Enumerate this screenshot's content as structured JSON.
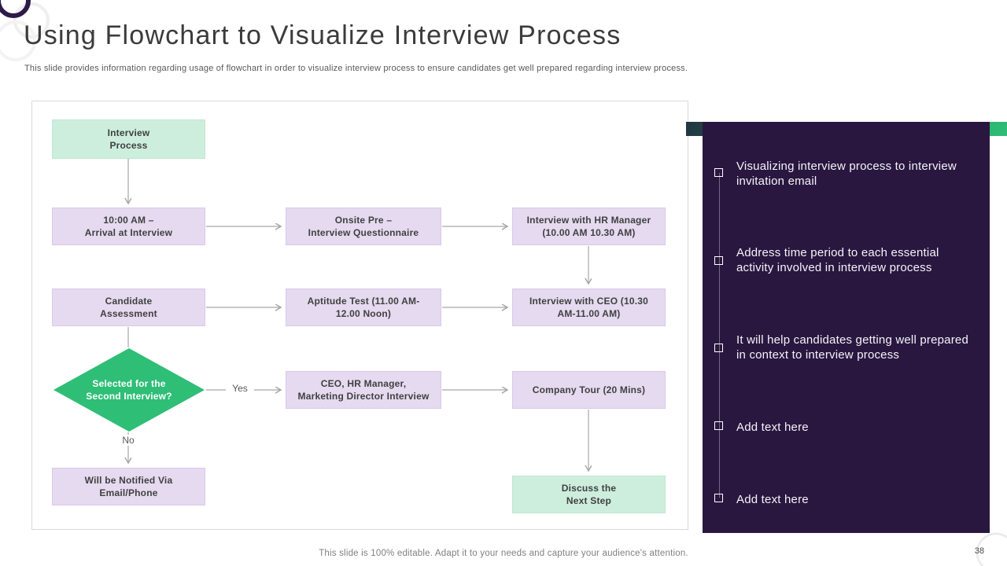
{
  "slide": {
    "title": "Using Flowchart to Visualize Interview Process",
    "subtitle": "This slide provides information regarding usage of flowchart in order to visualize interview process to ensure candidates get well prepared regarding interview process.",
    "footer": "This slide is 100% editable. Adapt it to your needs and capture your audience's attention.",
    "page_number": "38"
  },
  "colors": {
    "accent_green": "#2fbe76",
    "mint_box": "#cdeedd",
    "lavender_box": "#e5daf0",
    "sidebar_purple": "#291740",
    "arrow_gray": "#a6a6a6"
  },
  "flowchart": {
    "start": "Interview\nProcess",
    "arrival": "10:00 AM –\nArrival at Interview",
    "onsite": "Onsite Pre –\nInterview Questionnaire",
    "hr": "Interview with HR Manager\n(10.00 AM 10.30 AM)",
    "candidate": "Candidate\nAssessment",
    "aptitude": "Aptitude Test (11.00 AM-\n12.00 Noon)",
    "ceo": "Interview with CEO (10.30\nAM-11.00 AM)",
    "decision": "Selected for the\nSecond Interview?",
    "panel": "CEO, HR Manager,\nMarketing Director Interview",
    "tour": "Company Tour (20 Mins)",
    "notified": "Will be Notified Via\nEmail/Phone",
    "discuss": "Discuss the\nNext Step",
    "yes_label": "Yes",
    "no_label": "No"
  },
  "sidebar": {
    "items": [
      "Visualizing interview process to interview invitation email",
      "Address time period to each essential activity involved in interview process",
      "It will help candidates getting well prepared in context to interview process",
      "Add text here",
      "Add text here"
    ]
  }
}
